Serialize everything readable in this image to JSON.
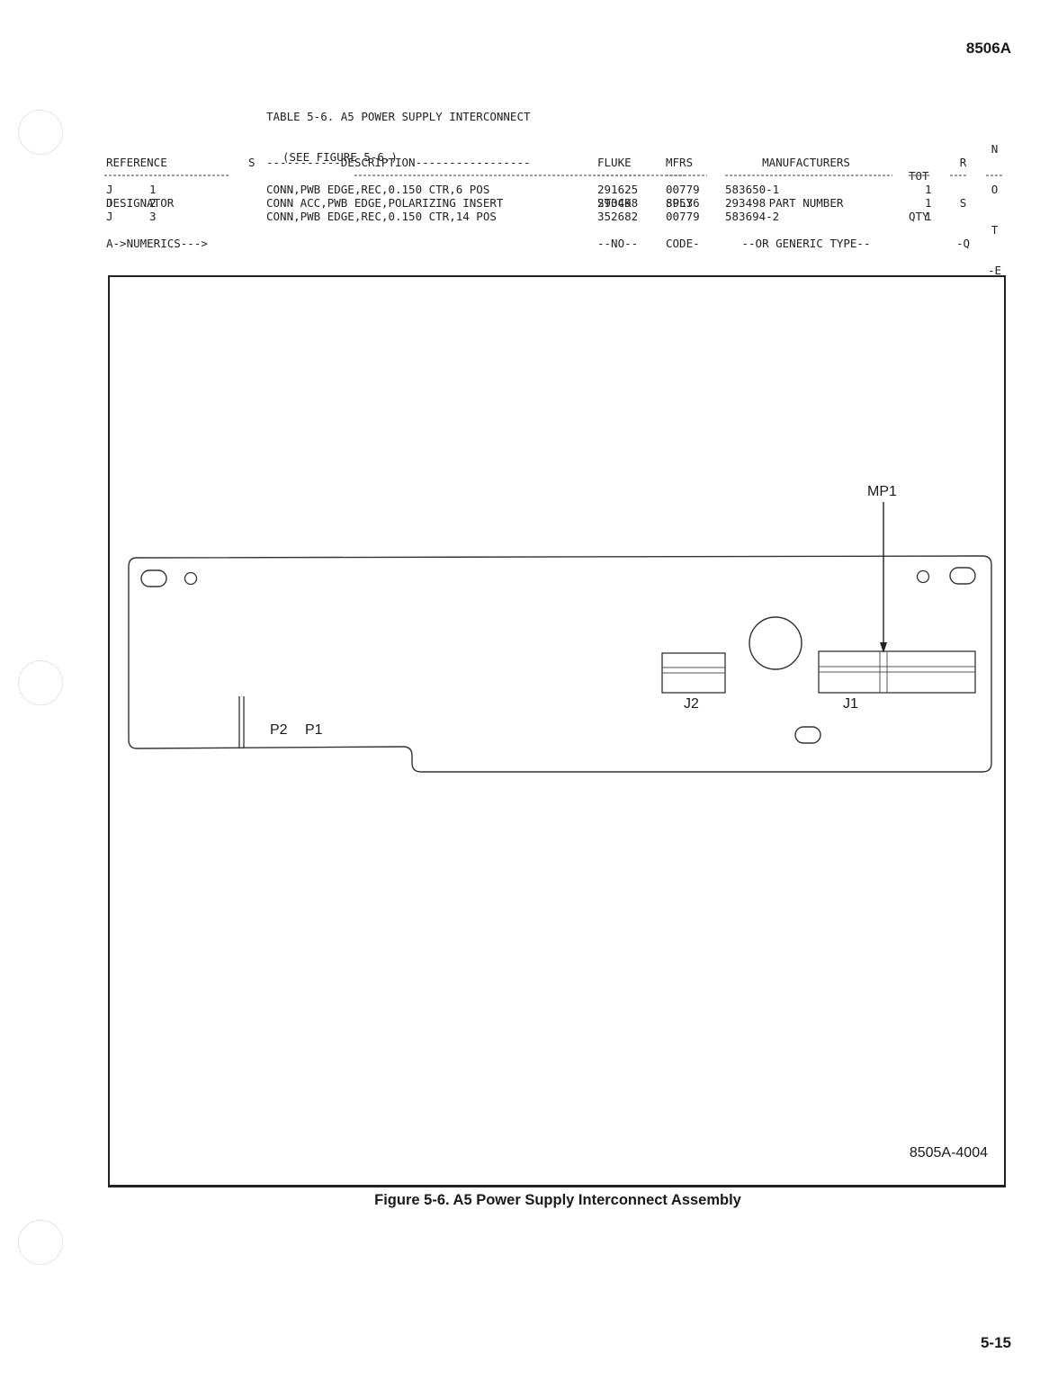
{
  "page": {
    "doc_id": "8506A",
    "page_number": "5-15"
  },
  "table": {
    "title_line1": "TABLE 5-6. A5 POWER SUPPLY INTERCONNECT",
    "title_line2": "(SEE FIGURE 5-6.)",
    "headers": {
      "ref": [
        "REFERENCE",
        "DESIGNATOR",
        "A->NUMERICS--->"
      ],
      "s": "S",
      "description": "-----------DESCRIPTION-----------------",
      "fluke": [
        "FLUKE",
        "STOCK",
        "--NO--"
      ],
      "mfrs": [
        "MFRS",
        "SPLY",
        "CODE-"
      ],
      "mfr_part": [
        "MANUFACTURERS",
        "PART NUMBER",
        "--OR GENERIC TYPE--"
      ],
      "tot": [
        "TOT",
        "QTY"
      ],
      "rsq": [
        "R",
        "S",
        "-Q"
      ],
      "note": [
        "N",
        "O",
        "T",
        "-E"
      ]
    },
    "rows": [
      {
        "ref_letter": "J",
        "ref_num": "1",
        "description": "CONN,PWB EDGE,REC,0.150 CTR,6 POS",
        "stock": "291625",
        "code": "00779",
        "part": "583650-1",
        "qty": "1"
      },
      {
        "ref_letter": "J",
        "ref_num": "2",
        "description": "CONN ACC,PWB EDGE,POLARIZING INSERT",
        "stock": "293498",
        "code": "89536",
        "part": "293498",
        "qty": "1"
      },
      {
        "ref_letter": "J",
        "ref_num": "3",
        "description": "CONN,PWB EDGE,REC,0.150 CTR,14 POS",
        "stock": "352682",
        "code": "00779",
        "part": "583694-2",
        "qty": "1"
      }
    ]
  },
  "figure": {
    "callouts": {
      "mp1": "MP1",
      "j1": "J1",
      "j2": "J2",
      "p2": "P2",
      "p1": "P1"
    },
    "drawing_code": "8505A-4004",
    "caption": "Figure 5-6. A5 Power Supply Interconnect Assembly"
  }
}
